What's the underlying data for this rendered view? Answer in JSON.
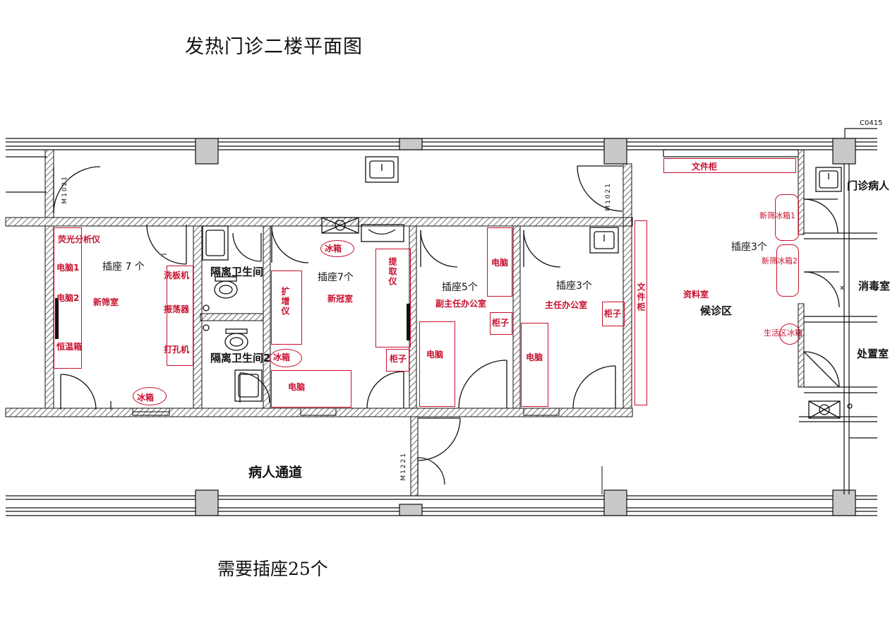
{
  "title": "发热门诊二楼平面图",
  "footer": "需要插座25个",
  "labels": {
    "edge_code": "C0415",
    "door_m1021_a": "M1021",
    "door_m1021_b": "M1021",
    "door_m1221": "M1221",
    "room_left": "新筛室",
    "room_iso": "隔离卫生间",
    "room_iso2": "隔离卫生间2",
    "room_covid": "新冠室",
    "room_deputy": "副主任办公室",
    "room_director": "主任办公室",
    "room_archive": "资料室",
    "room_waiting": "候诊区",
    "room_outpatient": "门诊病人",
    "room_disinfect": "消毒室",
    "room_dispose": "处置室",
    "corridor": "病人通道",
    "sockets_left": "插座 7 个",
    "sockets_covid": "插座7个",
    "sockets_deputy": "插座5个",
    "sockets_director": "插座3个",
    "sockets_archive": "插座3个"
  },
  "equipment": {
    "fluor": "荧光分析仪",
    "pc1": "电脑1",
    "pc2": "电脑2",
    "incubator": "恒温箱",
    "fridge_left": "冰箱",
    "washer": "洗板机",
    "shaker": "振荡器",
    "puncher": "打孔机",
    "fridge_covid": "冰箱",
    "fridge_covid2": "冰箱",
    "amplifier": "扩增仪",
    "extractor": "提取仪",
    "cabinet_covid": "柜子",
    "pc_covid": "电脑",
    "pc_deputy_top": "电脑",
    "cabinet_deputy": "柜子",
    "pc_deputy": "电脑",
    "pc_director": "电脑",
    "cabinet_director": "柜子",
    "filecab_vert": "文件柜",
    "filecab_top": "文件柜",
    "fridge_new1": "新筛冰箱1",
    "fridge_new2": "新筛冰箱2",
    "fridge_living": "生活区冰箱"
  }
}
